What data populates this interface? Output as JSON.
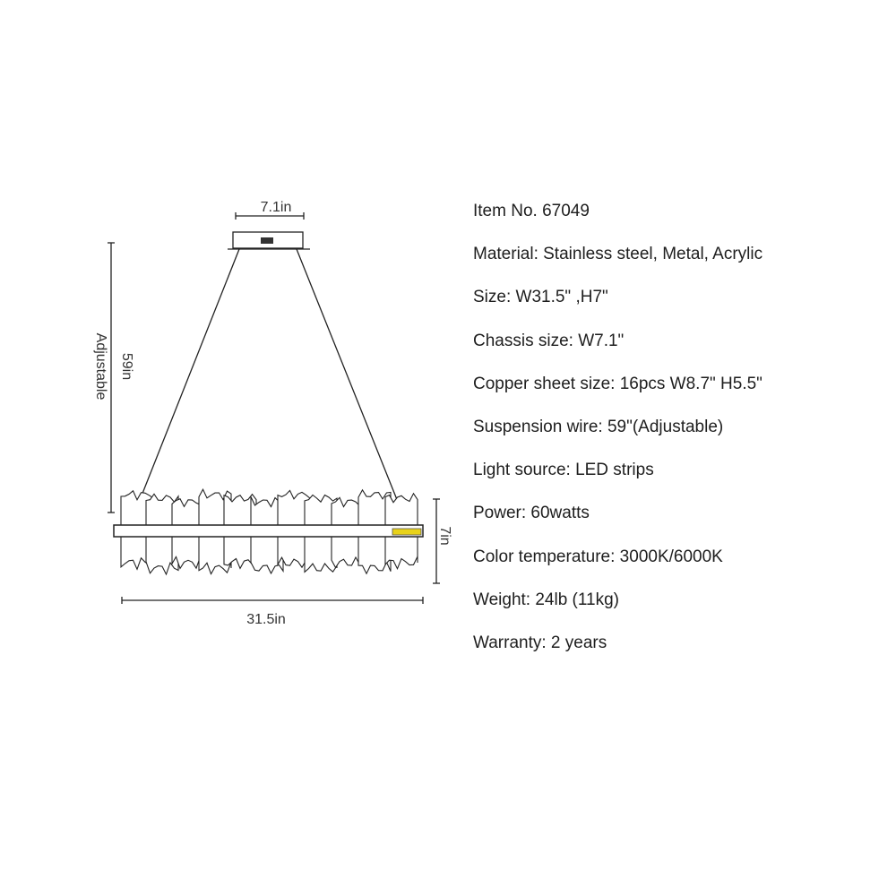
{
  "dimensions": {
    "chassis_width": "7.1in",
    "wire_length": "59in",
    "wire_note": "Adjustable",
    "height": "7in",
    "width": "31.5in"
  },
  "specs": [
    "Item No. 67049",
    "Material: Stainless steel, Metal, Acrylic",
    "Size: W31.5\" ,H7\"",
    "Chassis size: W7.1\"",
    "Copper sheet size: 16pcs W8.7\" H5.5\"",
    "Suspension wire: 59\"(Adjustable)",
    "Light source: LED strips",
    "Power: 60watts",
    "Color temperature: 3000K/6000K",
    "Weight: 24lb (11kg)",
    "Warranty: 2 years"
  ],
  "colors": {
    "line": "#222222",
    "led": "#e8d21a"
  }
}
